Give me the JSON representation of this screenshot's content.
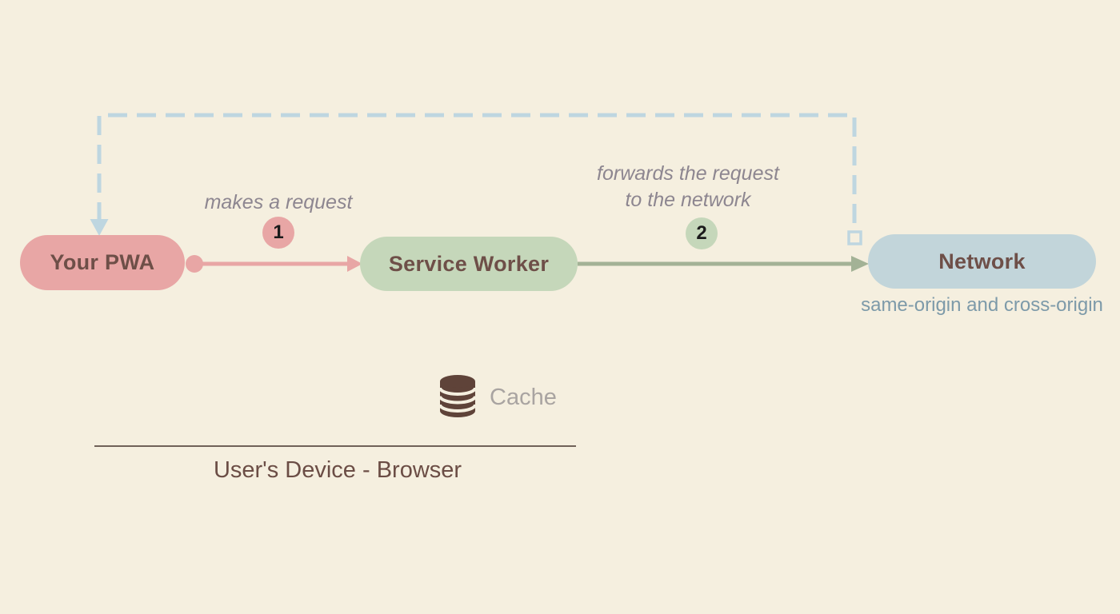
{
  "diagram": {
    "title_context": "PWA service worker request flow",
    "nodes": {
      "pwa": {
        "label": "Your PWA",
        "fill": "#e8a6a5"
      },
      "service_worker": {
        "label": "Service Worker",
        "fill": "#c5d7ba"
      },
      "network": {
        "label": "Network",
        "fill": "#c2d5da",
        "subtitle": "same-origin and cross-origin"
      }
    },
    "edges": {
      "request": {
        "label": "makes a request",
        "badge": "1",
        "color": "#e8a6a5",
        "from": "pwa",
        "to": "service_worker"
      },
      "forward": {
        "lines": [
          "forwards the request",
          "to the network"
        ],
        "badge": "2",
        "color": "#a3b296",
        "from": "service_worker",
        "to": "network"
      },
      "response": {
        "style": "dashed",
        "color": "#bed6e0",
        "from": "network",
        "to": "pwa"
      }
    },
    "cache": {
      "label": "Cache",
      "icon": "database-icon",
      "icon_color": "#5f4339"
    },
    "device": {
      "label": "User's Device - Browser"
    },
    "colors": {
      "background": "#f5efdf",
      "node_text": "#6e4f48",
      "edge_label_text": "#8d8690",
      "subtitle_text": "#7d9aa9",
      "cache_label_text": "#a9a4a1",
      "device_line": "#6f6158",
      "device_text": "#6b4d45",
      "badge_number": "#1b1b1b"
    }
  }
}
